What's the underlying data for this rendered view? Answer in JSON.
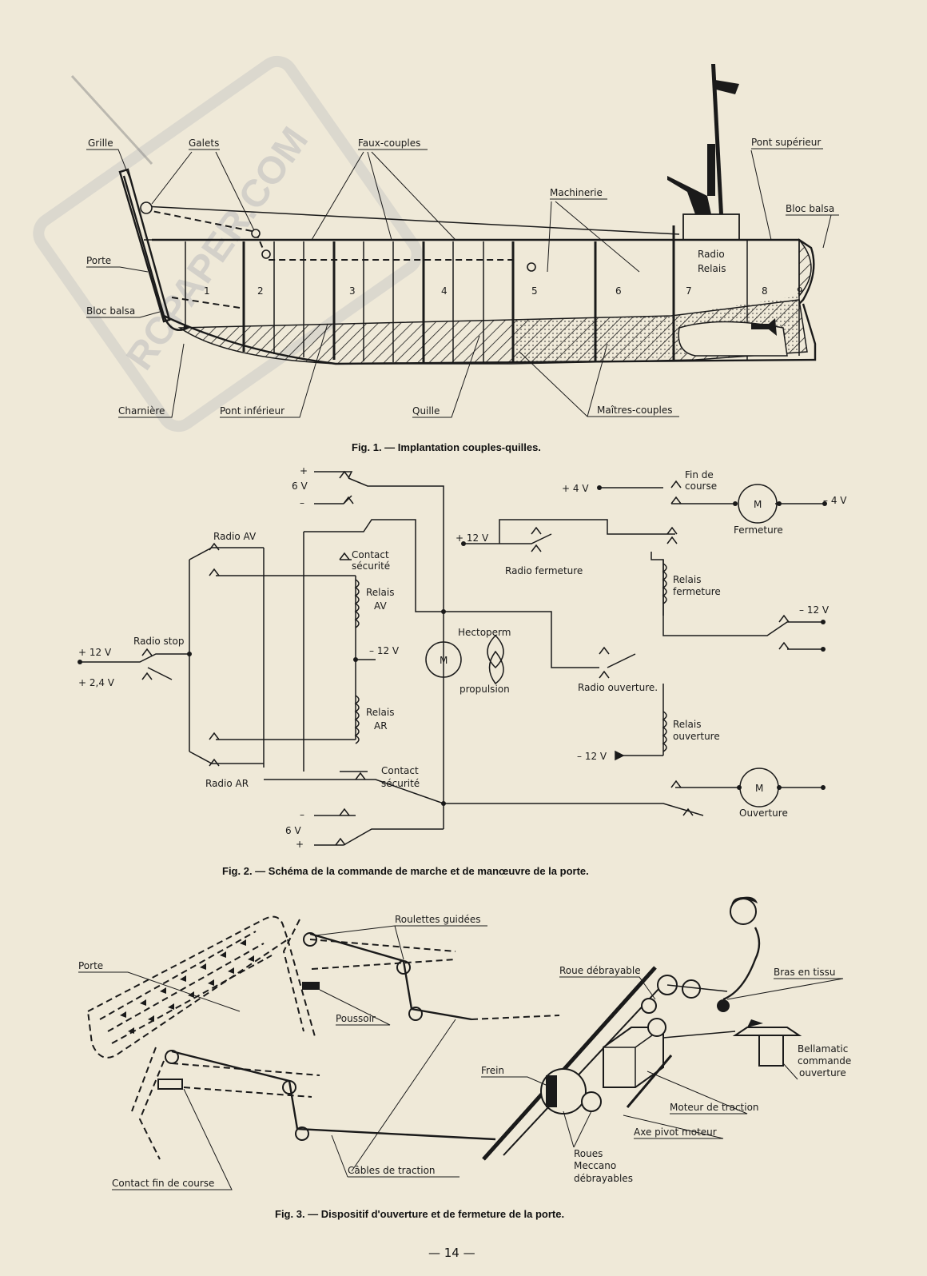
{
  "watermark": "RCPAPER.COM",
  "fig1": {
    "labels": {
      "grille": "Grille",
      "galets": "Galets",
      "faux_couples": "Faux-couples",
      "pont_superieur": "Pont supérieur",
      "machinerie": "Machinerie",
      "bloc_balsa_right": "Bloc balsa",
      "porte": "Porte",
      "bloc_balsa_left": "Bloc balsa",
      "radio": "Radio",
      "relais": "Relais",
      "charniere": "Charnière",
      "pont_inferieur": "Pont inférieur",
      "quille": "Quille",
      "maitres_couples": "Maîtres-couples"
    },
    "frame_numbers": [
      "1",
      "2",
      "3",
      "4",
      "5",
      "6",
      "7",
      "8",
      "9"
    ],
    "caption": "Fig. 1. — Implantation couples-quilles."
  },
  "fig2": {
    "labels": {
      "plus": "+",
      "minus": "–",
      "six_v": "6 V",
      "radio_av": "Radio AV",
      "contact": "Contact",
      "securite": "sécurité",
      "relais": "Relais",
      "av": "AV",
      "ar": "AR",
      "radio_stop": "Radio stop",
      "plus12": "+ 12 V",
      "plus24": "+ 2,4 V",
      "minus12": "– 12 V",
      "hectoperm": "Hectoperm",
      "propulsion": "propulsion",
      "m": "M",
      "radio_ar": "Radio AR",
      "plus4": "+ 4 V",
      "fin_de": "Fin de",
      "course": "course",
      "minus4": "– 4 V",
      "fermeture": "Fermeture",
      "plus12b": "+ 12 V",
      "radio_fermeture": "Radio fermeture",
      "relais_fermeture_1": "Relais",
      "relais_fermeture_2": "fermeture",
      "minus12b": "– 12 V",
      "radio_ouverture": "Radio ouverture.",
      "relais_ouverture_1": "Relais",
      "relais_ouverture_2": "ouverture",
      "minus12c": "– 12 V",
      "ouverture": "Ouverture"
    },
    "caption": "Fig. 2. — Schéma de la commande de marche et de manœuvre de la porte."
  },
  "fig3": {
    "labels": {
      "roulettes": "Roulettes guidées",
      "porte": "Porte",
      "roue_debrayable": "Roue débrayable",
      "bras_en_tissu": "Bras en tissu",
      "poussoir": "Poussoir",
      "bellamatic_1": "Bellamatic",
      "bellamatic_2": "commande",
      "bellamatic_3": "ouverture",
      "frein": "Frein",
      "moteur_traction": "Moteur de traction",
      "axe_pivot": "Axe pivot moteur",
      "roues_1": "Roues",
      "roues_2": "Meccano",
      "roues_3": "débrayables",
      "contact_fin": "Contact fin de course",
      "cables": "Câbles de traction"
    },
    "caption": "Fig. 3. — Dispositif d'ouverture et de fermeture de la porte."
  },
  "page_number": "— 14 —"
}
